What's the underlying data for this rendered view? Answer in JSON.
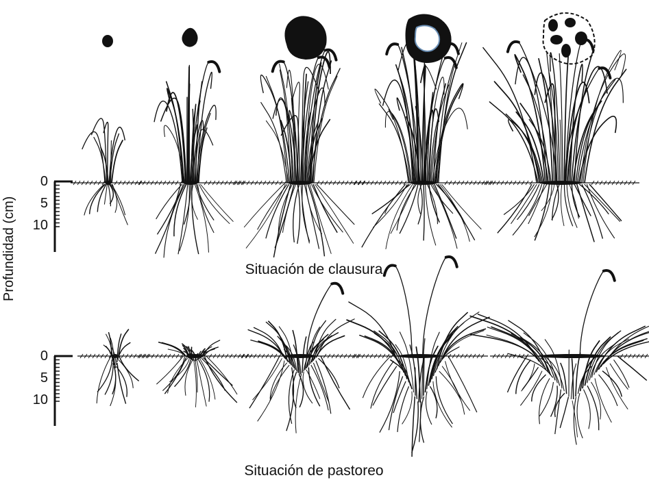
{
  "y_axis_label": "Profundidad (cm)",
  "depth_ticks": [
    "0",
    "5",
    "10"
  ],
  "rows": [
    {
      "caption": "Situación de clausura"
    },
    {
      "caption": "Situación de pastoreo"
    }
  ],
  "plants_per_row": 5,
  "colors": {
    "ink": "#111111",
    "ring_outline": "#6a8fb5"
  }
}
